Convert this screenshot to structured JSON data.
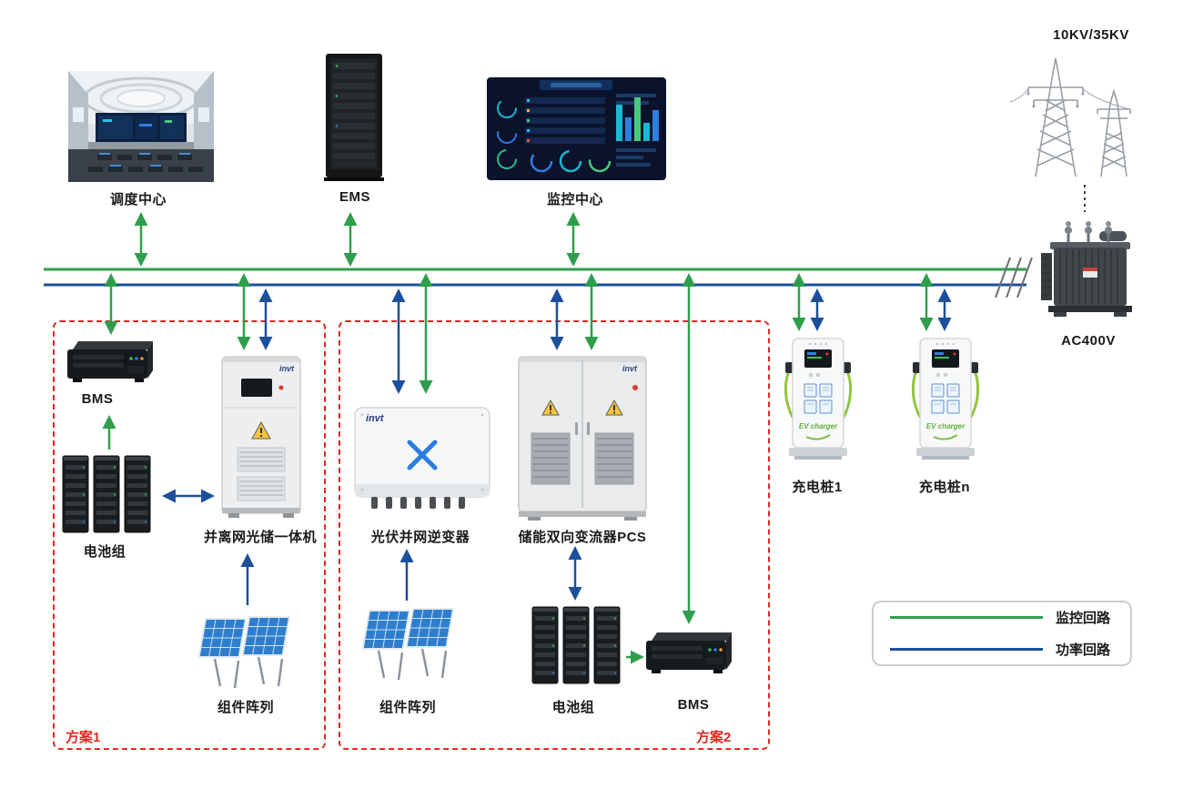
{
  "colors": {
    "monitor_line": "#2f9e4b",
    "power_line": "#1c4f9c",
    "scheme_border": "#e0281e",
    "scheme_label": "#e0281e",
    "label_text": "#1a1a1a",
    "legend_border": "#c9ced2"
  },
  "top_row": {
    "dispatch_center": "调度中心",
    "ems": "EMS",
    "monitor_center": "监控中心"
  },
  "grid": {
    "hv_label": "10KV/35KV",
    "lv_label": "AC400V"
  },
  "scheme1": {
    "title": "方案1",
    "bms": "BMS",
    "battery": "电池组",
    "hybrid_machine": "并离网光储一体机",
    "pv_array": "组件阵列"
  },
  "scheme2": {
    "title": "方案2",
    "pv_inverter": "光伏并网逆变器",
    "pcs": "储能双向变流器PCS",
    "battery": "电池组",
    "bms": "BMS",
    "pv_array": "组件阵列"
  },
  "chargers": {
    "charger1": "充电桩1",
    "chargern": "充电桩n"
  },
  "legend": {
    "monitor_loop": "监控回路",
    "power_loop": "功率回路"
  },
  "brand": {
    "logo": "invt",
    "ev_charger": "EV charger"
  }
}
